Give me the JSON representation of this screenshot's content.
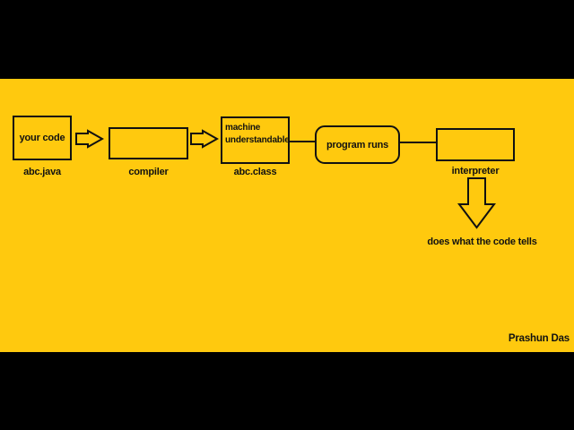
{
  "canvas": {
    "background_color": "#FFC90E",
    "bar_color": "#000000",
    "credit": "Prashun Das"
  },
  "flowchart": {
    "source_box": {
      "text": "your code",
      "label": "abc.java"
    },
    "compiler_box": {
      "label": "compiler"
    },
    "bytecode_box": {
      "line1": "machine",
      "line2": "understandable",
      "label": "abc.class"
    },
    "program_runs_box": {
      "text": "program runs"
    },
    "interpreter_box": {
      "label": "interpreter"
    },
    "outcome_text": "does what the code tells"
  }
}
